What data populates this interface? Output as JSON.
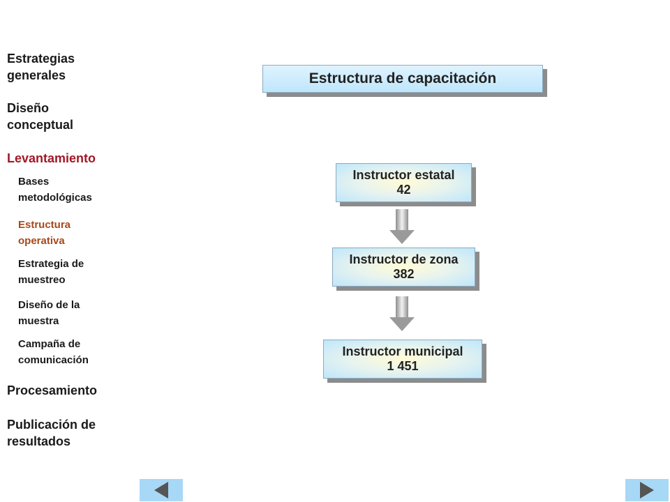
{
  "sidebar": {
    "main_items": [
      {
        "label": "Estrategias\ngenerales"
      },
      {
        "label": "Diseño\nconceptual"
      },
      {
        "label": "Levantamiento"
      },
      {
        "label": "Procesamiento"
      },
      {
        "label": "Publicación de\nresultados"
      }
    ],
    "sub_items": [
      {
        "label": "Bases\nmetodológicas"
      },
      {
        "label": "Estructura\noperativa"
      },
      {
        "label": "Estrategia de\nmuestreo"
      },
      {
        "label": "Diseño de la\nmuestra"
      },
      {
        "label": "Campaña de\ncomunicación"
      }
    ],
    "active_main_color": "#a01828",
    "active_sub_color": "#a8481a"
  },
  "diagram": {
    "title": "Estructura de capacitación",
    "nodes": [
      {
        "label": "Instructor estatal",
        "value": "42"
      },
      {
        "label": "Instructor de zona",
        "value": "382"
      },
      {
        "label": "Instructor municipal",
        "value": "1 451"
      }
    ]
  },
  "footer": {
    "prev_icon": "triangle-left-icon",
    "next_icon": "triangle-right-icon",
    "button_color": "#a7d8f6"
  }
}
